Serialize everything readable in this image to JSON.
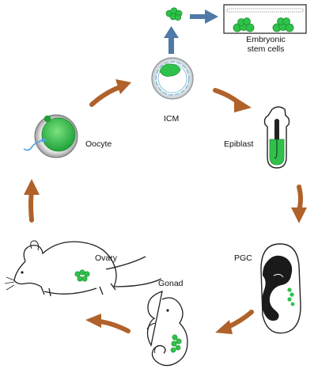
{
  "labels": {
    "embryonic_line1": "Embryonic",
    "embryonic_line2": "stem cells",
    "icm": "ICM",
    "epiblast": "Epiblast",
    "oocyte": "Oocyte",
    "pgc": "PGC",
    "gonad": "Gonad",
    "ovary": "Ovary"
  },
  "colors": {
    "green": "#2fc24a",
    "dark_green": "#1f8f33",
    "cycle_arrow": "#b0622a",
    "blue_arrow": "#4f79a6",
    "outline": "#222222"
  }
}
